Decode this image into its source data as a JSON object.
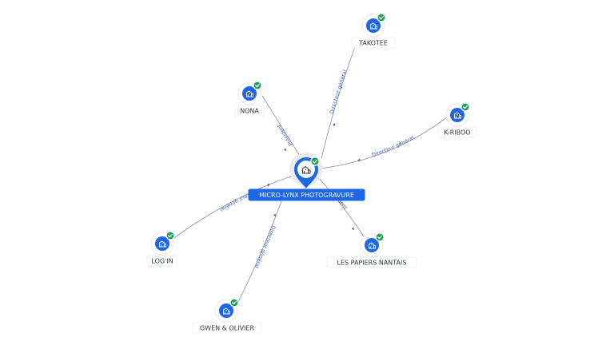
{
  "center": {
    "label": "MICRO-LYNX PHOTOGRAVURE",
    "icon": "building-icon",
    "verified": true
  },
  "nodes": [
    {
      "id": "takotee",
      "label": "TAKOTEE",
      "icon": "building-icon",
      "verified": true,
      "relation": "Directeur général"
    },
    {
      "id": "nona",
      "label": "NONA",
      "icon": "building-icon",
      "verified": true,
      "relation": "Président"
    },
    {
      "id": "k-riboo",
      "label": "K-RIBOO",
      "icon": "building-icon",
      "verified": true,
      "relation": "Directeur général"
    },
    {
      "id": "login",
      "label": "LOG'IN",
      "icon": "building-icon",
      "verified": true,
      "relation": "Directeur général"
    },
    {
      "id": "papiers",
      "label": "LES PAPIERS NANTAIS",
      "icon": "building-icon",
      "verified": true,
      "relation": "Président"
    },
    {
      "id": "gwen",
      "label": "GWEN & OLIVIER",
      "icon": "building-icon",
      "verified": true,
      "relation": "Directeur général"
    }
  ],
  "colors": {
    "accent": "#1e66e6",
    "verified": "#1e9e5a",
    "edge": "#8a8f98",
    "edge_label": "#3a63c9"
  }
}
